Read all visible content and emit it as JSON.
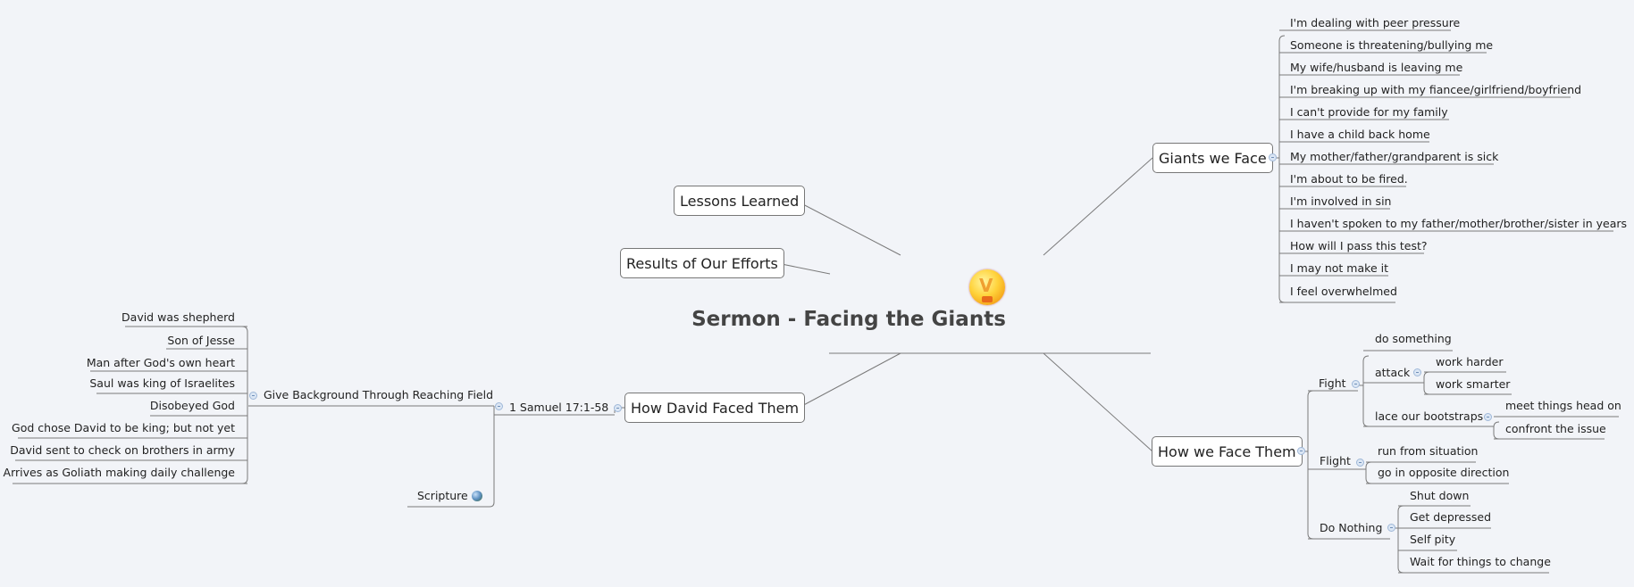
{
  "central_topic": {
    "title": "Sermon - Facing the Giants",
    "icon": "lightbulb-icon"
  },
  "branches": {
    "lessons_learned": {
      "label": "Lessons Learned"
    },
    "results_of_efforts": {
      "label": "Results of Our Efforts"
    },
    "giants_we_face": {
      "label": "Giants we Face",
      "items": [
        "I'm dealing with peer pressure",
        "Someone is threatening/bullying me",
        "My wife/husband is leaving me",
        "I'm breaking up with my fiancee/girlfriend/boyfriend",
        "I can't provide for my family",
        "I have a child back home",
        "My mother/father/grandparent is sick",
        "I'm about to be fired.",
        "I'm involved in sin",
        "I haven't spoken to my father/mother/brother/sister in years",
        "How will I pass this test?",
        "I may not make it",
        "I feel overwhelmed"
      ]
    },
    "how_we_face_them": {
      "label": "How we Face Them",
      "fight": {
        "label": "Fight",
        "do_something": "do something",
        "attack": {
          "label": "attack",
          "items": [
            "work harder",
            "work smarter"
          ]
        },
        "bootstraps": {
          "label": "lace our bootstraps",
          "items": [
            "meet things head on",
            "confront the issue"
          ]
        }
      },
      "flight": {
        "label": "Flight",
        "items": [
          "run from situation",
          "go in opposite direction"
        ]
      },
      "do_nothing": {
        "label": "Do Nothing",
        "items": [
          "Shut down",
          "Get depressed",
          "Self pity",
          "Wait for things to change"
        ]
      }
    },
    "how_david_faced_them": {
      "label": "How David Faced Them",
      "samuel": {
        "label": "1 Samuel 17:1-58",
        "background": {
          "label": "Give Background Through Reaching Field",
          "items": [
            "David was shepherd",
            "Son of Jesse",
            "Man after God's own heart",
            "Saul was king of Israelites",
            "Disobeyed God",
            "God chose David to be king; but not yet",
            "David sent to check on brothers in army",
            "Arrives as Goliath making daily challenge"
          ]
        },
        "scripture": {
          "label": "Scripture",
          "icon": "globe-icon"
        }
      }
    }
  },
  "colors": {
    "background": "#f2f4f8",
    "line": "#777777",
    "title": "#444444"
  }
}
